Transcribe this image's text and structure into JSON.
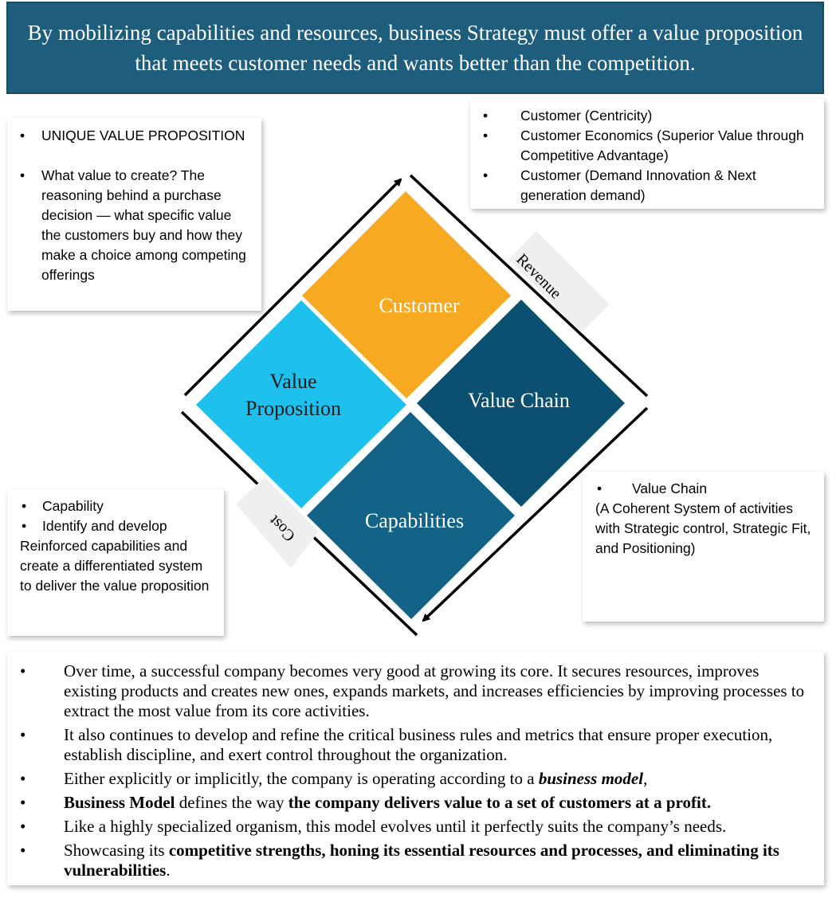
{
  "header": {
    "text": "By mobilizing capabilities and resources, business Strategy must offer a value proposition that meets customer needs and wants better than the competition."
  },
  "diagram": {
    "quadrants": {
      "customer": "Customer",
      "value_proposition_line1": "Value",
      "value_proposition_line2": "Proposition",
      "value_chain": "Value Chain",
      "capabilities": "Capabilities"
    },
    "side_labels": {
      "revenue": "Revenue",
      "cost": "Cost"
    },
    "colors": {
      "customer": "#f6a921",
      "value_proposition": "#1ec0ed",
      "value_chain": "#0b5070",
      "capabilities": "#136389",
      "label_tab": "#efefef"
    }
  },
  "cards": {
    "unique_value": {
      "items": [
        "UNIQUE VALUE PROPOSITION",
        "What value to create? The reasoning behind a purchase decision — what specific value the customers buy and how they make a choice among competing offerings"
      ]
    },
    "customer": {
      "items": [
        "Customer (Centricity)",
        "Customer Economics (Superior Value through Competitive Advantage)",
        "Customer (Demand Innovation & Next generation demand)"
      ]
    },
    "capability": {
      "item1": "Capability",
      "item2": "Identify and develop",
      "text": "Reinforced capabilities and create a differentiated system to deliver the value proposition"
    },
    "value_chain": {
      "item1": "Value Chain",
      "text": "(A Coherent System of activities with Strategic control, Strategic Fit, and Positioning)"
    }
  },
  "bottom": {
    "bullets": [
      {
        "parts": [
          {
            "t": "Over time, a successful company becomes very good at growing its core. It secures resources, improves existing products and creates new ones, expands markets, and increases efficiencies by improving processes to extract the most value from its core activities."
          }
        ]
      },
      {
        "parts": [
          {
            "t": "It also continues to develop and refine the critical business rules and metrics that ensure proper execution, establish discipline, and exert control throughout the organization."
          }
        ]
      },
      {
        "parts": [
          {
            "t": "Either explicitly or implicitly, the company is operating according to a "
          },
          {
            "t": "business model",
            "s": "bi"
          },
          {
            "t": ","
          }
        ]
      },
      {
        "parts": [
          {
            "t": "Business Model",
            "s": "b"
          },
          {
            "t": " defines the way "
          },
          {
            "t": "the company delivers value to a set of customers at a profit.",
            "s": "b"
          }
        ]
      },
      {
        "parts": [
          {
            "t": "Like a highly specialized organism, this model evolves until it perfectly suits the company’s needs."
          }
        ]
      },
      {
        "parts": [
          {
            "t": "Showcasing its "
          },
          {
            "t": "competitive strengths, honing its essential resources and processes, and eliminating its vulnerabilities",
            "s": "b"
          },
          {
            "t": "."
          }
        ]
      }
    ]
  }
}
